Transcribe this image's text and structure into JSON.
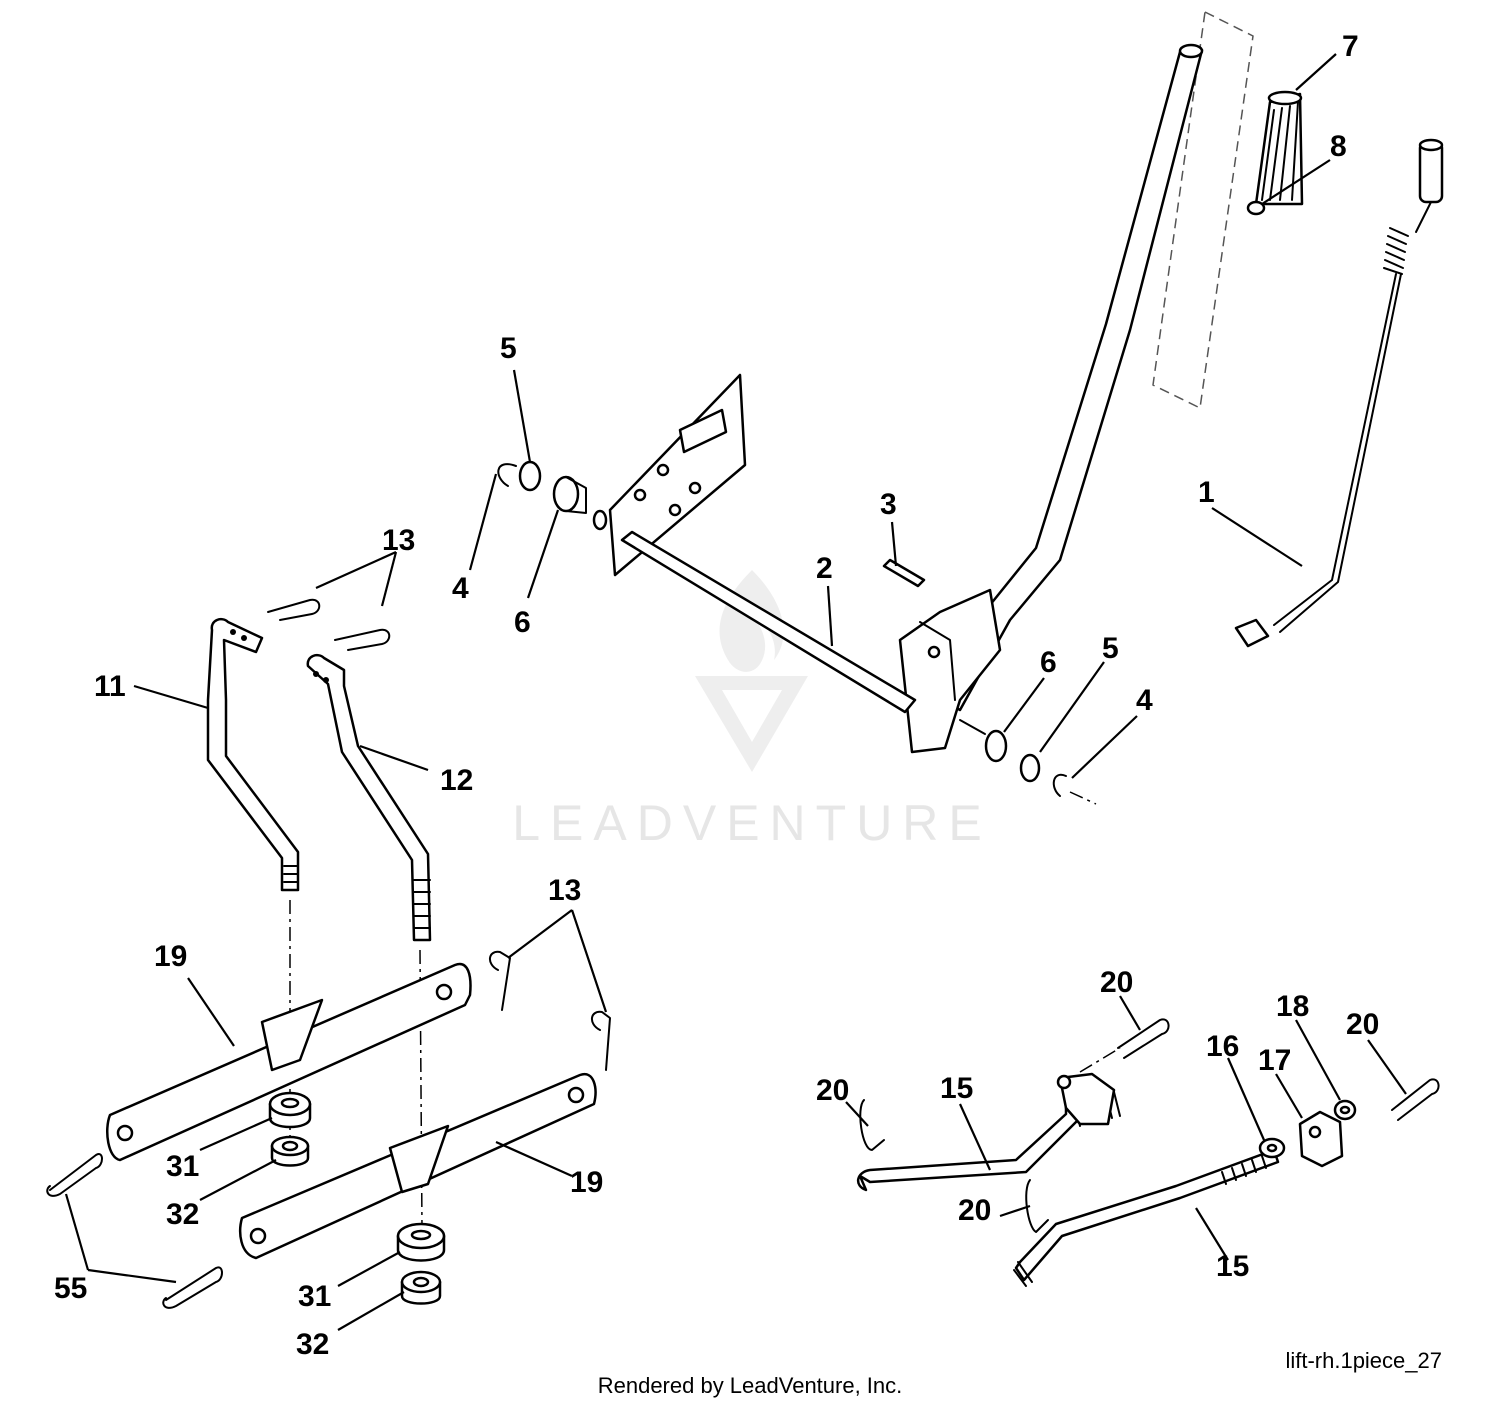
{
  "watermark": {
    "text": "LEADVENTURE"
  },
  "diagram_id": "lift-rh.1piece_27",
  "credit": "Rendered by LeadVenture, Inc.",
  "callouts": {
    "c1": "1",
    "c2": "2",
    "c3": "3",
    "c4": "4",
    "c5": "5",
    "c6": "6",
    "c7": "7",
    "c8": "8",
    "c11": "11",
    "c12": "12",
    "c13": "13",
    "c15": "15",
    "c16": "16",
    "c17": "17",
    "c18": "18",
    "c19": "19",
    "c20": "20",
    "c31": "31",
    "c32": "32",
    "c55": "55"
  }
}
